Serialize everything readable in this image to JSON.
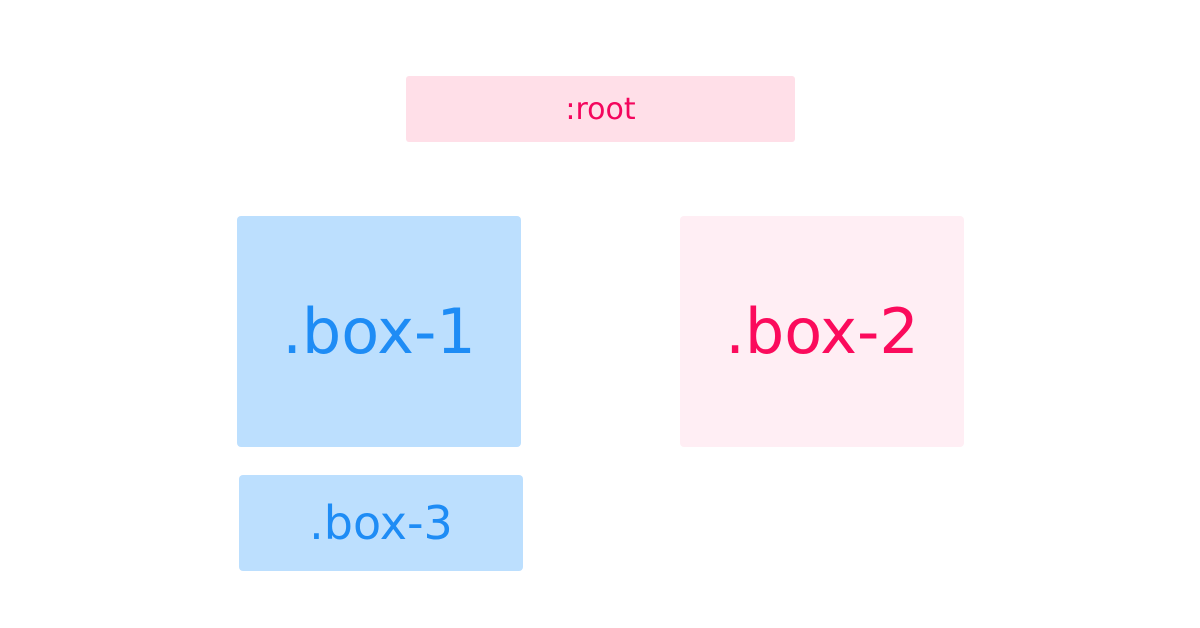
{
  "colors": {
    "root_bg": "#ffdfe8",
    "root_text": "#f4065d",
    "blue_bg": "#bcdffe",
    "blue_text": "#1e8cf5",
    "pink_bg": "#ffeef4",
    "pink_text": "#fb0b5c"
  },
  "nodes": {
    "root": {
      "label": ":root"
    },
    "box1": {
      "label": ".box-1"
    },
    "box2": {
      "label": ".box-2"
    },
    "box3": {
      "label": ".box-3"
    }
  }
}
